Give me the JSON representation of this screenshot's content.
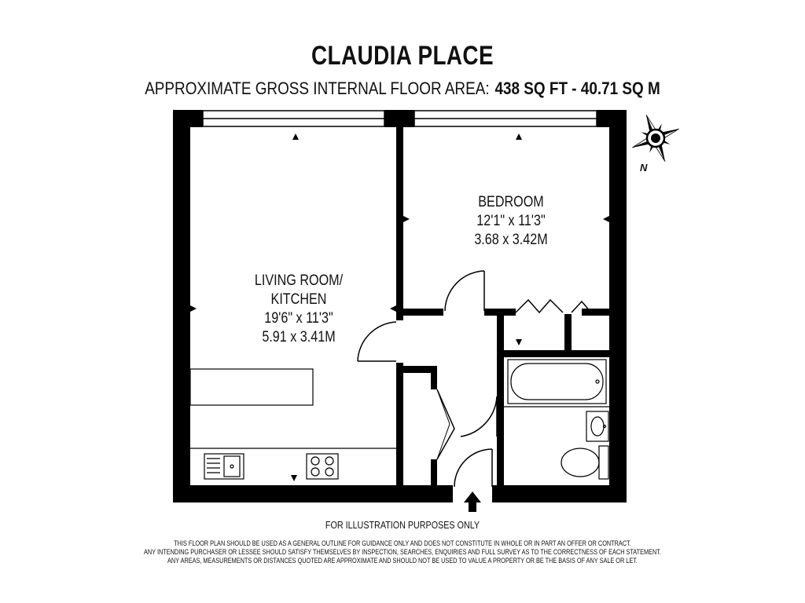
{
  "header": {
    "title": "CLAUDIA PLACE",
    "area_label": "APPROXIMATE GROSS INTERNAL FLOOR AREA:",
    "area_value": "438 SQ FT  -  40.71 SQ M"
  },
  "rooms": {
    "living": {
      "name_line1": "LIVING ROOM/",
      "name_line2": "KITCHEN",
      "imperial": "19'6\" x 11'3\"",
      "metric": "5.91 x 3.41M"
    },
    "bedroom": {
      "name": "BEDROOM",
      "imperial": "12'1\" x 11'3\"",
      "metric": "3.68 x 3.42M"
    }
  },
  "compass": {
    "label": "N"
  },
  "footer": {
    "illustration_note": "FOR ILLUSTRATION PURPOSES ONLY",
    "disclaimer_lines": [
      "THIS FLOOR PLAN SHOULD BE USED AS A GENERAL OUTLINE FOR GUIDANCE ONLY AND DOES NOT CONSTITUTE IN WHOLE OR IN PART AN OFFER OR CONTRACT.",
      "ANY INTENDING PURCHASER OR LESSEE SHOULD SATISFY THEMSELVES BY INSPECTION, SEARCHES, ENQUIRIES AND FULL SURVEY AS TO THE CORRECTNESS OF EACH STATEMENT.",
      "ANY AREAS, MEASUREMENTS OR DISTANCES QUOTED ARE APPROXIMATE AND SHOULD NOT BE USED TO VALUE A PROPERTY OR BE THE BASIS OF ANY SALE OR LET."
    ]
  },
  "colors": {
    "wall": "#000000",
    "fill": "#ffffff"
  }
}
